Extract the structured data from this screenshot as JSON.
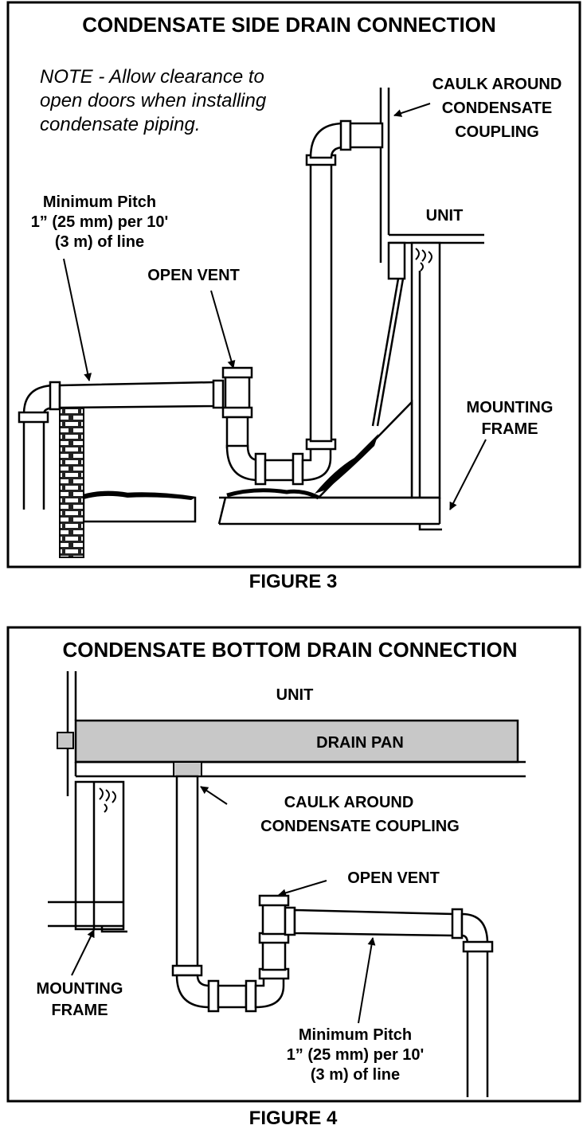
{
  "figure3": {
    "title": "CONDENSATE SIDE DRAIN CONNECTION",
    "note": [
      "NOTE - Allow clearance to",
      "open doors when installing",
      "condensate piping."
    ],
    "pitch_label": [
      "Minimum Pitch",
      "1” (25 mm) per 10'",
      "(3 m) of line"
    ],
    "open_vent": "OPEN VENT",
    "caulk": [
      "CAULK AROUND",
      "CONDENSATE",
      "COUPLING"
    ],
    "unit": "UNIT",
    "mounting_frame": [
      "MOUNTING",
      "FRAME"
    ],
    "caption": "FIGURE 3"
  },
  "figure4": {
    "title": "CONDENSATE BOTTOM DRAIN CONNECTION",
    "unit": "UNIT",
    "drain_pan": "DRAIN PAN",
    "caulk": [
      "CAULK AROUND",
      "CONDENSATE COUPLING"
    ],
    "open_vent": "OPEN VENT",
    "mounting_frame": [
      "MOUNTING",
      "FRAME"
    ],
    "pitch_label": [
      "Minimum Pitch",
      "1” (25 mm) per 10'",
      "(3 m) of line"
    ],
    "caption": "FIGURE 4"
  },
  "colors": {
    "ink": "#000000",
    "drain_pan": "#c8c8c8",
    "paper": "#ffffff"
  }
}
